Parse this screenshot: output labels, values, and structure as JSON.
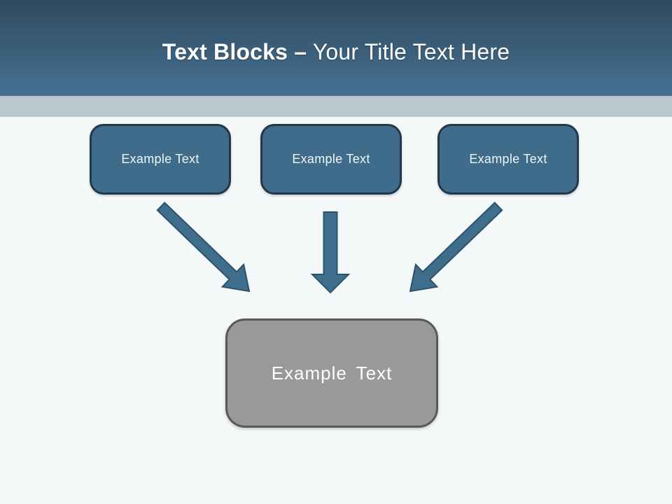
{
  "slide": {
    "title": {
      "bold": "Text Blocks –",
      "regular": " Your Title Text Here"
    }
  },
  "boxes": {
    "source": [
      {
        "label": "Example Text"
      },
      {
        "label": "Example Text"
      },
      {
        "label": "Example Text"
      }
    ],
    "target": {
      "label": "Example Text"
    }
  },
  "colors": {
    "header_top": "#2e4a5f",
    "header_bottom": "#477192",
    "band": "#bac7cd",
    "background": "#f4f8f9",
    "box_fill": "#3f6c8a",
    "box_border": "#24384a",
    "target_fill": "#999999",
    "target_border": "#595959",
    "arrow_fill": "#3f6e8c",
    "arrow_stroke": "#2b536b",
    "title_color": "#ffffff"
  }
}
